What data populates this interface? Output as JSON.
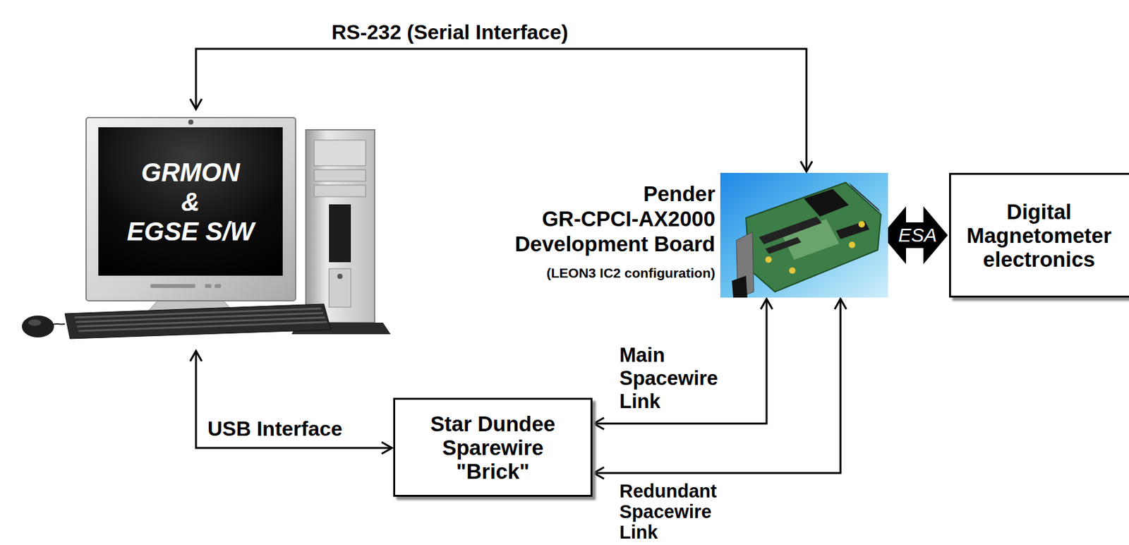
{
  "diagram": {
    "nodes": [
      {
        "text": [
          "GRMON & EGSE S/W"
        ]
      },
      {
        "text": [
          "Pender GR-CPCI-AX2000 Development Board",
          "(LEON3 IC2 configuration)"
        ]
      },
      {
        "text": [
          "Digital Magnetometer electronics"
        ]
      },
      {
        "text": [
          "Star Dundee Sparewire \"Brick\""
        ]
      }
    ],
    "edges": [
      {
        "from": 0,
        "to": 1,
        "label": "RS-232 (Serial Interface)",
        "arrow": "both"
      },
      {
        "from": 1,
        "to": 2,
        "arrow": "both"
      },
      {
        "from": 0,
        "to": 3,
        "label": "USB Interface",
        "arrow": "both"
      },
      {
        "from": 1,
        "to": 3,
        "label": "Main Spacewire Link",
        "arrow": "both"
      },
      {
        "from": 1,
        "to": 3,
        "label": "Redundant Spacewire Link",
        "arrow": "both"
      }
    ],
    "labels": [
      "ESA"
    ]
  }
}
